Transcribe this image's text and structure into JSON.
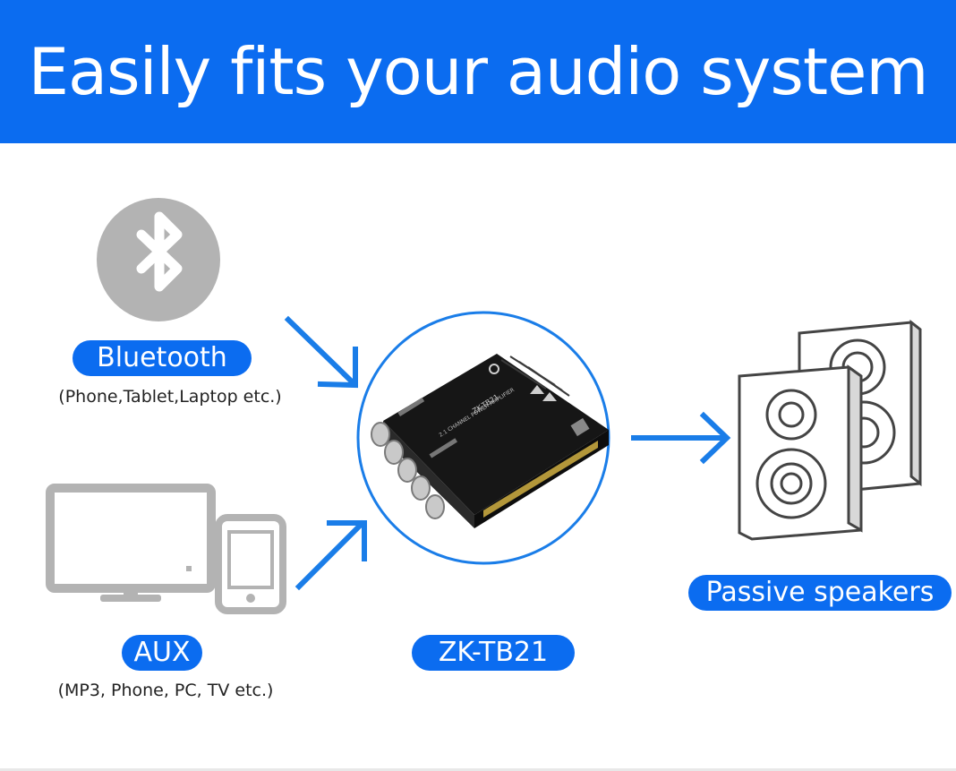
{
  "banner": {
    "title": "Easily fits your audio system"
  },
  "sources": {
    "bluetooth": {
      "label": "Bluetooth",
      "caption": "(Phone,Tablet,Laptop etc.)",
      "icon": "bluetooth-icon"
    },
    "aux": {
      "label": "AUX",
      "caption": "(MP3, Phone, PC, TV etc.)",
      "icon": "monitor-phone-icon"
    }
  },
  "amplifier": {
    "label": "ZK-TB21",
    "board_text": "ZK-TB21",
    "board_subtext": "2.1 CHANNEL POWER AMPLIFIER"
  },
  "output": {
    "label": "Passive speakers",
    "icon": "speakers-icon"
  },
  "colors": {
    "accent": "#0b6cf0",
    "icon_gray": "#b3b3b3",
    "arrow": "#1a7de8"
  }
}
